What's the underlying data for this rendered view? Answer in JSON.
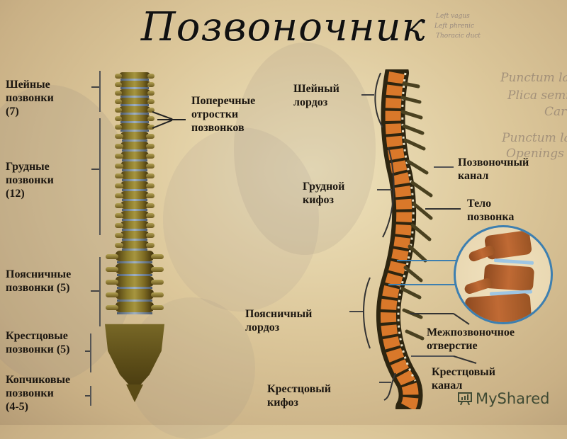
{
  "title": "Позвоночник",
  "front_view": {
    "labels": {
      "cervical": [
        "Шейные",
        "позвонки",
        "(7)"
      ],
      "thoracic": [
        "Грудные",
        "позвонки",
        "(12)"
      ],
      "lumbar": [
        "Поясничные",
        "позвонки (5)"
      ],
      "sacral": [
        "Крестцовые",
        "позвонки (5)"
      ],
      "coccygeal": [
        "Копчиковые",
        "позвонки",
        "(4-5)"
      ],
      "transverse_processes": [
        "Поперечные",
        "отростки",
        "позвонков"
      ]
    }
  },
  "side_view": {
    "labels": {
      "cervical_lordosis": [
        "Шейный",
        "лордоз"
      ],
      "thoracic_kyphosis": [
        "Грудной",
        "кифоз"
      ],
      "lumbar_lordosis": [
        "Поясничный",
        "лордоз"
      ],
      "sacral_kyphosis": [
        "Крестцовый",
        "кифоз"
      ],
      "spinal_canal": [
        "Позвоночный",
        "канал"
      ],
      "vertebral_body": [
        "Тело",
        "позвонка"
      ],
      "intervertebral_foramen": [
        "Межпозвоночное",
        "отверстие"
      ],
      "sacral_canal": [
        "Крестцовый",
        "канал"
      ]
    }
  },
  "background_text": {
    "upper_small": [
      "Left vagus",
      "Left phrenic",
      "Thoracic duct"
    ],
    "right_italic": [
      "Punctum lac",
      "Plica semil",
      "Car",
      "Punctum lac",
      "Openings of"
    ]
  },
  "watermark": "MyShared",
  "colors": {
    "title": "#111111",
    "label": "#1b1610",
    "inset_ring": "#3d7fb0",
    "vertebra_front": "#8a7a2a",
    "vertebra_side": "#d9782a"
  }
}
